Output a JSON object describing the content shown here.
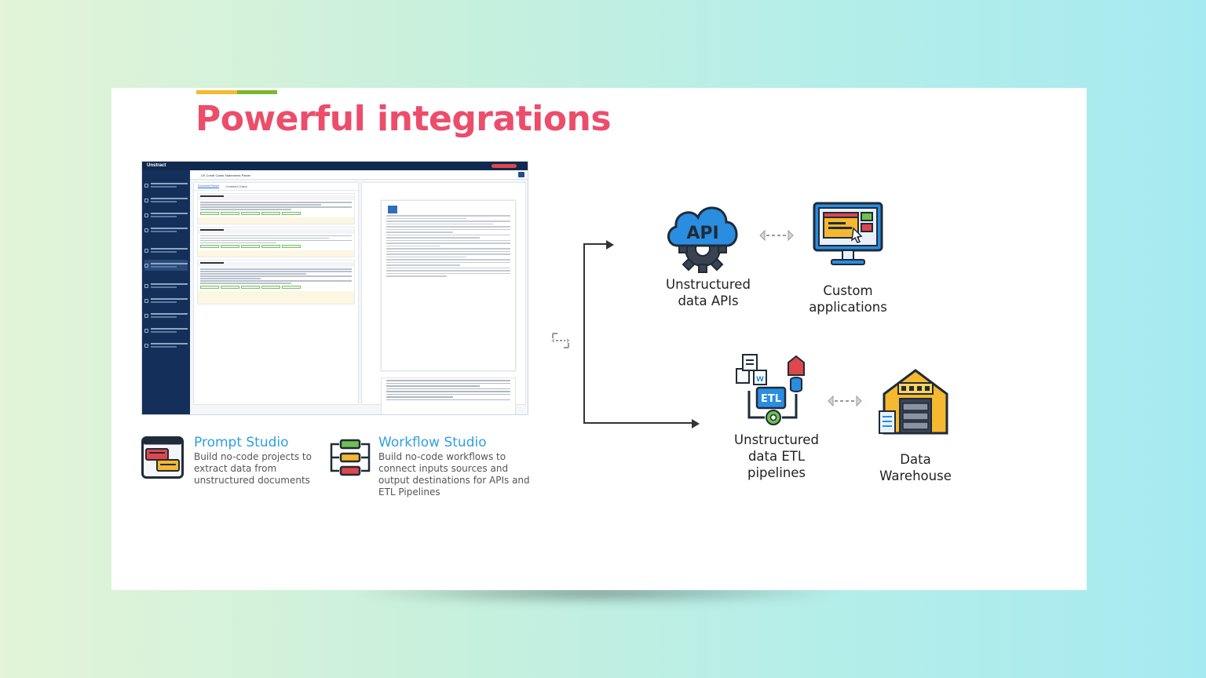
{
  "slide": {
    "title": "Powerful integrations"
  },
  "app_screenshot": {
    "logo": "Unstract",
    "crumb": "US Credit Cards Statements Parser",
    "tabs": [
      "Document Parser",
      "Combined Output"
    ]
  },
  "studios": [
    {
      "title": "Prompt Studio",
      "description_lines": [
        "Build no-code projects to",
        "extract data from",
        "unstructured documents"
      ]
    },
    {
      "title": "Workflow Studio",
      "description_lines": [
        "Build no-code workflows to",
        "connect inputs sources and",
        "output destinations for APIs and",
        "ETL Pipelines"
      ]
    }
  ],
  "diagram": {
    "nodes": [
      {
        "icon": "api-cloud-gear-icon",
        "label_lines": [
          "Unstructured",
          "data APIs"
        ]
      },
      {
        "icon": "monitor-app-icon",
        "label_lines": [
          "Custom",
          "applications"
        ]
      },
      {
        "icon": "etl-pipeline-icon",
        "label_lines": [
          "Unstructured",
          "data ETL",
          "pipelines"
        ]
      },
      {
        "icon": "warehouse-icon",
        "label_lines": [
          "Data",
          "Warehouse"
        ]
      }
    ]
  },
  "colors": {
    "title": "#ec4d6b",
    "studio_title": "#2f9fe0",
    "accent_yellow": "#f5b82e",
    "accent_green": "#79b82c",
    "icon_blue": "#2a8de0",
    "icon_dark": "#1f2b3a"
  }
}
